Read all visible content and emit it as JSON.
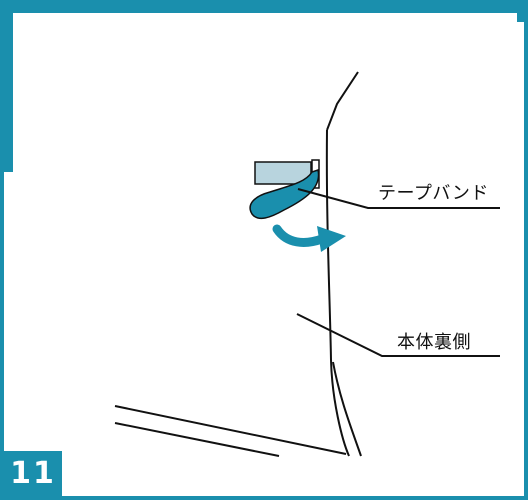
{
  "colors": {
    "frame": "#1a8fad",
    "accent": "#1a8fad",
    "tape_light": "#b8d4de",
    "line": "#111111"
  },
  "labels": {
    "tape_band": "テープバンド",
    "device_back": "本体裏側"
  },
  "step": {
    "number": "11"
  },
  "icons": {
    "rotate_arrow": "curved-arrow-icon"
  }
}
